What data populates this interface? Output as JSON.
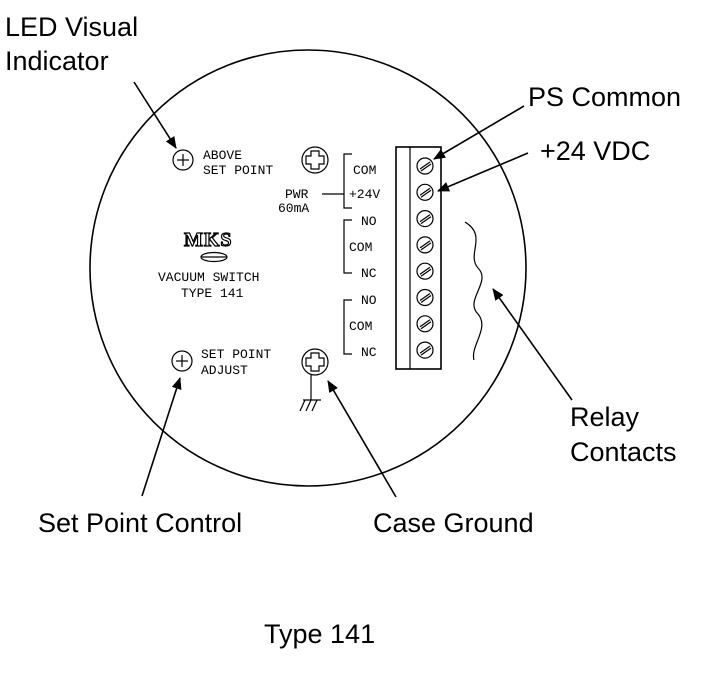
{
  "callouts": {
    "led_line1": "LED Visual",
    "led_line2": "Indicator",
    "ps_common": "PS Common",
    "plus24": "+24 VDC",
    "relay_line1": "Relay",
    "relay_line2": "Contacts",
    "set_point_control": "Set Point Control",
    "case_ground": "Case Ground"
  },
  "panel": {
    "above_line1": "ABOVE",
    "above_line2": "SET POINT",
    "pwr_line1": "PWR",
    "pwr_line2": "60mA",
    "brand": "MKS",
    "product_line1": "VACUUM SWITCH",
    "product_line2": "TYPE 141",
    "adjust_line1": "SET POINT",
    "adjust_line2": "ADJUST"
  },
  "terminals": [
    "COM",
    "+24V",
    "NO",
    "COM",
    "NC",
    "NO",
    "COM",
    "NC"
  ],
  "caption": "Type 141"
}
